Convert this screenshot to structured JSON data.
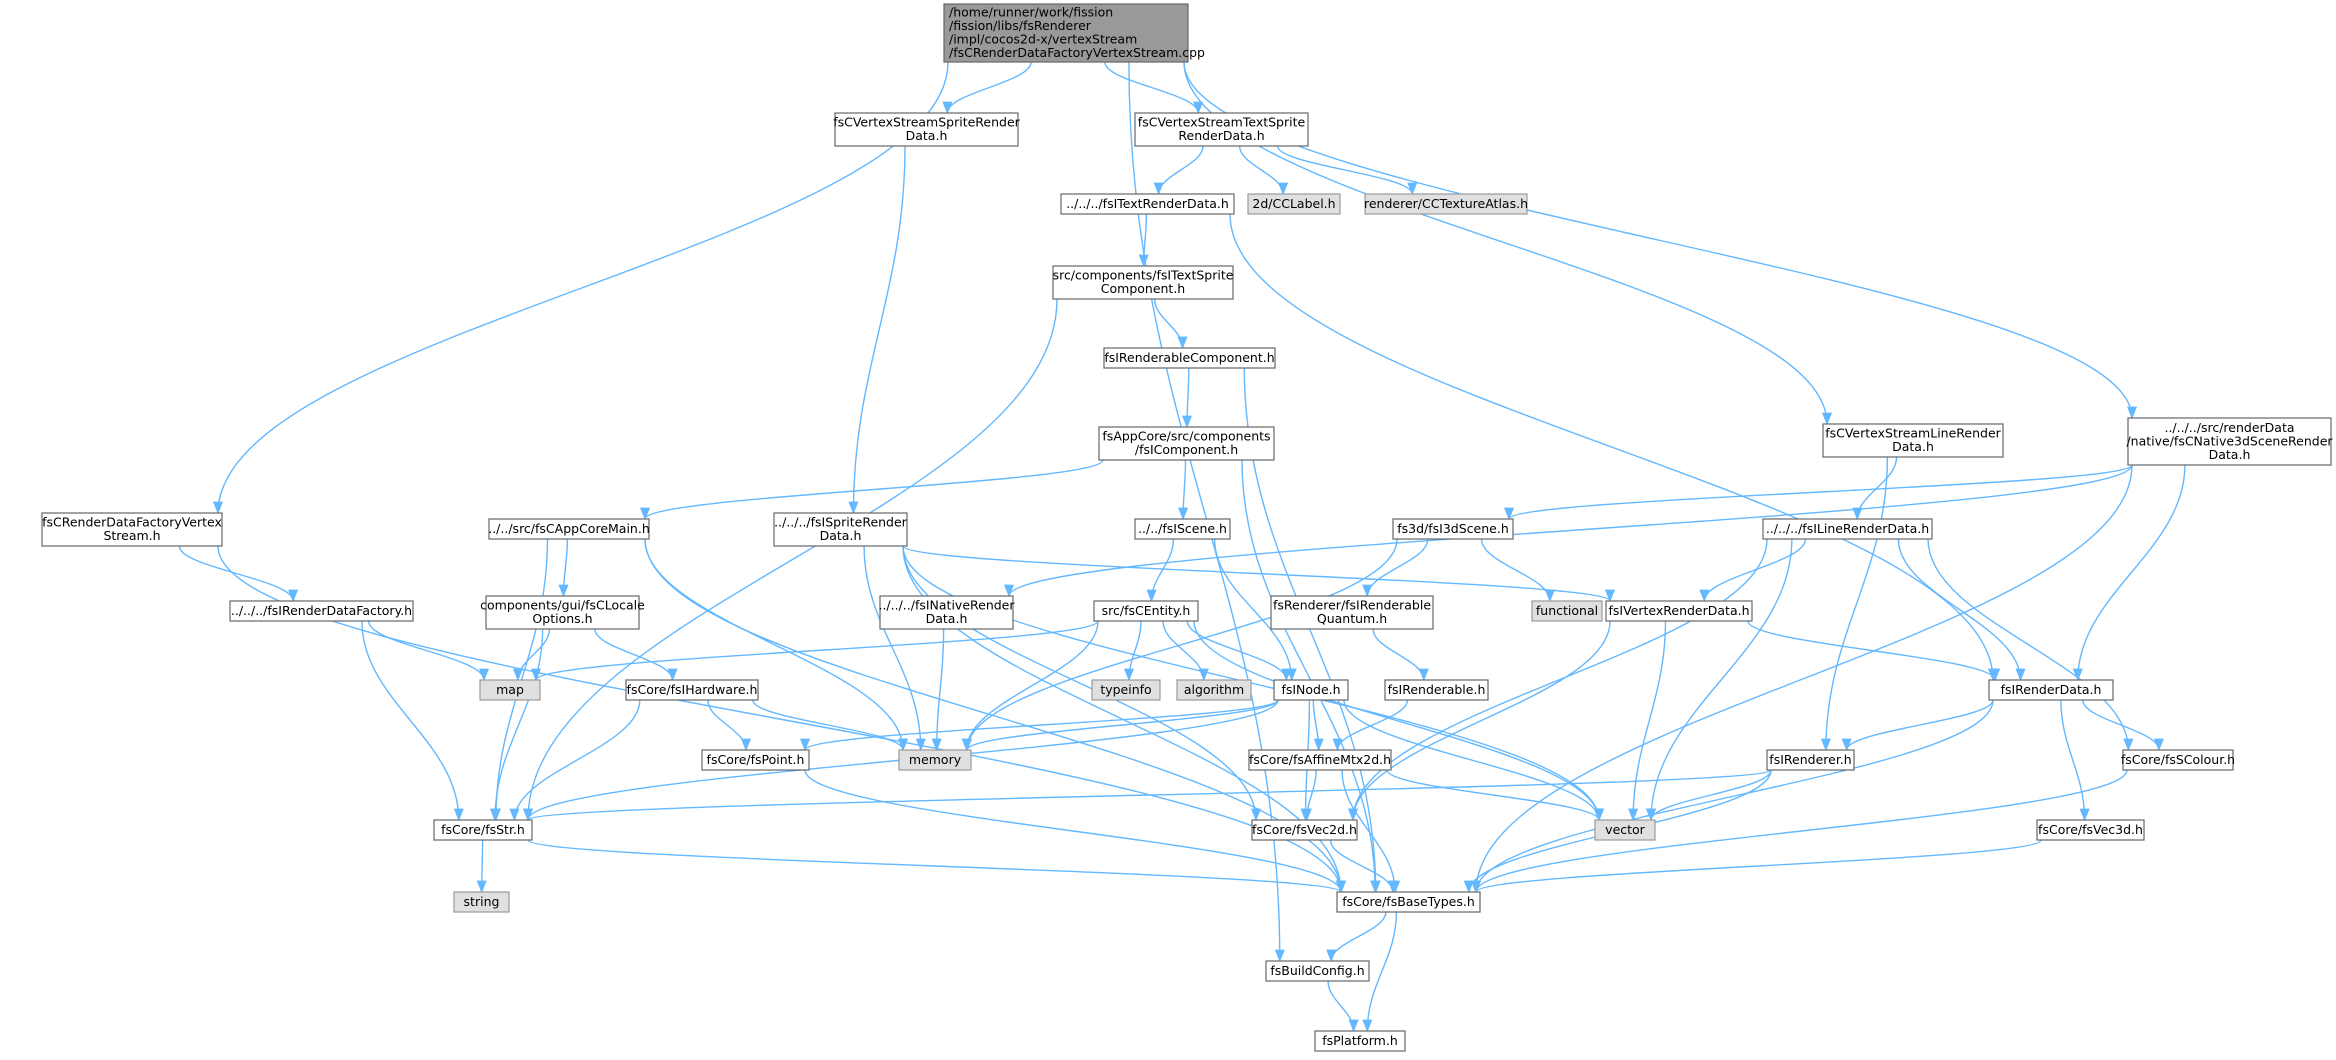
{
  "colors": {
    "edge": "#63b8ff",
    "node_fill": "#ffffff",
    "node_border": "#666666",
    "root_fill": "#999999",
    "root_border": "#666666",
    "external_fill": "#e0e0e0",
    "external_border": "#999999"
  },
  "nodes": [
    {
      "id": "root",
      "kind": "root",
      "lines": [
        "/home/runner/work/fission",
        "/fission/libs/fsRenderer",
        "/impl/cocos2d-x/vertexStream",
        "/fsCRenderDataFactoryVertexStream.cpp"
      ]
    },
    {
      "id": "spriteRenderData",
      "kind": "file",
      "lines": [
        "fsCVertexStreamSpriteRender",
        "Data.h"
      ]
    },
    {
      "id": "textSpriteRenderData",
      "kind": "file",
      "lines": [
        "fsCVertexStreamTextSprite",
        "RenderData.h"
      ]
    },
    {
      "id": "ITextRenderData",
      "kind": "file",
      "lines": [
        "../../../fsITextRenderData.h"
      ]
    },
    {
      "id": "CCLabel",
      "kind": "external",
      "lines": [
        "2d/CCLabel.h"
      ]
    },
    {
      "id": "CCTextureAtlas",
      "kind": "external",
      "lines": [
        "renderer/CCTextureAtlas.h"
      ]
    },
    {
      "id": "ITextSpriteComponent",
      "kind": "file",
      "lines": [
        "src/components/fsITextSprite",
        "Component.h"
      ]
    },
    {
      "id": "IRenderableComponent",
      "kind": "file",
      "lines": [
        "fsIRenderableComponent.h"
      ]
    },
    {
      "id": "IComponent",
      "kind": "file",
      "lines": [
        "fsAppCore/src/components",
        "/fsIComponent.h"
      ]
    },
    {
      "id": "lineRenderData",
      "kind": "file",
      "lines": [
        "fsCVertexStreamLineRender",
        "Data.h"
      ]
    },
    {
      "id": "native3dScene",
      "kind": "file",
      "lines": [
        "../../../src/renderData",
        "/native/fsCNative3dSceneRender",
        "Data.h"
      ]
    },
    {
      "id": "factoryVertexStream",
      "kind": "file",
      "lines": [
        "fsCRenderDataFactoryVertex",
        "Stream.h"
      ]
    },
    {
      "id": "CAppCoreMain",
      "kind": "file",
      "lines": [
        "../../src/fsCAppCoreMain.h"
      ]
    },
    {
      "id": "ISpriteRenderData",
      "kind": "file",
      "lines": [
        "../../../fsISpriteRender",
        "Data.h"
      ]
    },
    {
      "id": "IScene",
      "kind": "file",
      "lines": [
        "../../fsIScene.h"
      ]
    },
    {
      "id": "I3dScene",
      "kind": "file",
      "lines": [
        "fs3d/fsI3dScene.h"
      ]
    },
    {
      "id": "ILineRenderData",
      "kind": "file",
      "lines": [
        "../../../fsILineRenderData.h"
      ]
    },
    {
      "id": "IRenderDataFactory",
      "kind": "file",
      "lines": [
        "../../../fsIRenderDataFactory.h"
      ]
    },
    {
      "id": "CLocaleOptions",
      "kind": "file",
      "lines": [
        "components/gui/fsCLocale",
        "Options.h"
      ]
    },
    {
      "id": "INativeRenderData",
      "kind": "file",
      "lines": [
        "../../../fsINativeRender",
        "Data.h"
      ]
    },
    {
      "id": "CEntity",
      "kind": "file",
      "lines": [
        "src/fsCEntity.h"
      ]
    },
    {
      "id": "IRenderableQuantum",
      "kind": "file",
      "lines": [
        "fsRenderer/fsIRenderable",
        "Quantum.h"
      ]
    },
    {
      "id": "functional",
      "kind": "external",
      "lines": [
        "functional"
      ]
    },
    {
      "id": "IVertexRenderData",
      "kind": "file",
      "lines": [
        "fsIVertexRenderData.h"
      ]
    },
    {
      "id": "map",
      "kind": "external",
      "lines": [
        "map"
      ]
    },
    {
      "id": "IHardware",
      "kind": "file",
      "lines": [
        "fsCore/fsIHardware.h"
      ]
    },
    {
      "id": "typeinfo",
      "kind": "external",
      "lines": [
        "typeinfo"
      ]
    },
    {
      "id": "algorithm",
      "kind": "external",
      "lines": [
        "algorithm"
      ]
    },
    {
      "id": "INode",
      "kind": "file",
      "lines": [
        "fsINode.h"
      ]
    },
    {
      "id": "IRenderable",
      "kind": "file",
      "lines": [
        "fsIRenderable.h"
      ]
    },
    {
      "id": "IRenderData",
      "kind": "file",
      "lines": [
        "fsIRenderData.h"
      ]
    },
    {
      "id": "fsPoint",
      "kind": "file",
      "lines": [
        "fsCore/fsPoint.h"
      ]
    },
    {
      "id": "memory",
      "kind": "external",
      "lines": [
        "memory"
      ]
    },
    {
      "id": "AffineMtx2d",
      "kind": "file",
      "lines": [
        "fsCore/fsAffineMtx2d.h"
      ]
    },
    {
      "id": "IRenderer",
      "kind": "file",
      "lines": [
        "fsIRenderer.h"
      ]
    },
    {
      "id": "SColour",
      "kind": "file",
      "lines": [
        "fsCore/fsSColour.h"
      ]
    },
    {
      "id": "fsStr",
      "kind": "file",
      "lines": [
        "fsCore/fsStr.h"
      ]
    },
    {
      "id": "Vec2d",
      "kind": "file",
      "lines": [
        "fsCore/fsVec2d.h"
      ]
    },
    {
      "id": "vector",
      "kind": "external",
      "lines": [
        "vector"
      ]
    },
    {
      "id": "Vec3d",
      "kind": "file",
      "lines": [
        "fsCore/fsVec3d.h"
      ]
    },
    {
      "id": "string",
      "kind": "external",
      "lines": [
        "string"
      ]
    },
    {
      "id": "BaseTypes",
      "kind": "file",
      "lines": [
        "fsCore/fsBaseTypes.h"
      ]
    },
    {
      "id": "BuildConfig",
      "kind": "file",
      "lines": [
        "fsBuildConfig.h"
      ]
    },
    {
      "id": "Platform",
      "kind": "file",
      "lines": [
        "fsPlatform.h"
      ]
    }
  ],
  "edges": [
    [
      "root",
      "spriteRenderData"
    ],
    [
      "root",
      "textSpriteRenderData"
    ],
    [
      "root",
      "lineRenderData"
    ],
    [
      "root",
      "native3dScene"
    ],
    [
      "root",
      "factoryVertexStream"
    ],
    [
      "root",
      "BuildConfig"
    ],
    [
      "spriteRenderData",
      "ISpriteRenderData"
    ],
    [
      "textSpriteRenderData",
      "ITextRenderData"
    ],
    [
      "textSpriteRenderData",
      "CCLabel"
    ],
    [
      "textSpriteRenderData",
      "CCTextureAtlas"
    ],
    [
      "ITextRenderData",
      "ITextSpriteComponent"
    ],
    [
      "ITextRenderData",
      "IRenderData"
    ],
    [
      "ITextSpriteComponent",
      "IRenderableComponent"
    ],
    [
      "ITextSpriteComponent",
      "fsStr"
    ],
    [
      "IRenderableComponent",
      "IComponent"
    ],
    [
      "IRenderableComponent",
      "BaseTypes"
    ],
    [
      "IComponent",
      "CAppCoreMain"
    ],
    [
      "IComponent",
      "IScene"
    ],
    [
      "IComponent",
      "BaseTypes"
    ],
    [
      "lineRenderData",
      "ILineRenderData"
    ],
    [
      "lineRenderData",
      "IRenderer"
    ],
    [
      "native3dScene",
      "INativeRenderData"
    ],
    [
      "native3dScene",
      "I3dScene"
    ],
    [
      "native3dScene",
      "IRenderData"
    ],
    [
      "native3dScene",
      "BaseTypes"
    ],
    [
      "factoryVertexStream",
      "IRenderDataFactory"
    ],
    [
      "factoryVertexStream",
      "BaseTypes"
    ],
    [
      "CAppCoreMain",
      "CLocaleOptions"
    ],
    [
      "CAppCoreMain",
      "fsStr"
    ],
    [
      "CAppCoreMain",
      "memory"
    ],
    [
      "CAppCoreMain",
      "BaseTypes"
    ],
    [
      "ISpriteRenderData",
      "IVertexRenderData"
    ],
    [
      "ISpriteRenderData",
      "memory"
    ],
    [
      "ISpriteRenderData",
      "Vec2d"
    ],
    [
      "ISpriteRenderData",
      "vector"
    ],
    [
      "ISpriteRenderData",
      "BaseTypes"
    ],
    [
      "IScene",
      "CEntity"
    ],
    [
      "IScene",
      "INode"
    ],
    [
      "I3dScene",
      "IRenderableQuantum"
    ],
    [
      "I3dScene",
      "functional"
    ],
    [
      "I3dScene",
      "memory"
    ],
    [
      "ILineRenderData",
      "IVertexRenderData"
    ],
    [
      "ILineRenderData",
      "IRenderData"
    ],
    [
      "ILineRenderData",
      "SColour"
    ],
    [
      "ILineRenderData",
      "Vec2d"
    ],
    [
      "ILineRenderData",
      "vector"
    ],
    [
      "IRenderDataFactory",
      "map"
    ],
    [
      "IRenderDataFactory",
      "fsStr"
    ],
    [
      "CLocaleOptions",
      "map"
    ],
    [
      "CLocaleOptions",
      "IHardware"
    ],
    [
      "CLocaleOptions",
      "fsStr"
    ],
    [
      "INativeRenderData",
      "memory"
    ],
    [
      "CEntity",
      "typeinfo"
    ],
    [
      "CEntity",
      "algorithm"
    ],
    [
      "CEntity",
      "INode"
    ],
    [
      "CEntity",
      "map"
    ],
    [
      "CEntity",
      "memory"
    ],
    [
      "CEntity",
      "vector"
    ],
    [
      "IRenderableQuantum",
      "IRenderable"
    ],
    [
      "IVertexRenderData",
      "IRenderData"
    ],
    [
      "IVertexRenderData",
      "Vec2d"
    ],
    [
      "IVertexRenderData",
      "vector"
    ],
    [
      "IHardware",
      "fsPoint"
    ],
    [
      "IHardware",
      "memory"
    ],
    [
      "IHardware",
      "fsStr"
    ],
    [
      "INode",
      "fsPoint"
    ],
    [
      "INode",
      "memory"
    ],
    [
      "INode",
      "AffineMtx2d"
    ],
    [
      "INode",
      "Vec2d"
    ],
    [
      "INode",
      "vector"
    ],
    [
      "INode",
      "fsStr"
    ],
    [
      "IRenderable",
      "AffineMtx2d"
    ],
    [
      "IRenderData",
      "IRenderer"
    ],
    [
      "IRenderData",
      "SColour"
    ],
    [
      "IRenderData",
      "Vec3d"
    ],
    [
      "IRenderData",
      "BaseTypes"
    ],
    [
      "fsPoint",
      "BaseTypes"
    ],
    [
      "AffineMtx2d",
      "Vec2d"
    ],
    [
      "AffineMtx2d",
      "vector"
    ],
    [
      "AffineMtx2d",
      "BaseTypes"
    ],
    [
      "IRenderer",
      "fsStr"
    ],
    [
      "IRenderer",
      "vector"
    ],
    [
      "IRenderer",
      "BaseTypes"
    ],
    [
      "SColour",
      "BaseTypes"
    ],
    [
      "fsStr",
      "string"
    ],
    [
      "fsStr",
      "BaseTypes"
    ],
    [
      "Vec2d",
      "BaseTypes"
    ],
    [
      "Vec3d",
      "BaseTypes"
    ],
    [
      "BaseTypes",
      "BuildConfig"
    ],
    [
      "BaseTypes",
      "Platform"
    ],
    [
      "BuildConfig",
      "Platform"
    ]
  ]
}
